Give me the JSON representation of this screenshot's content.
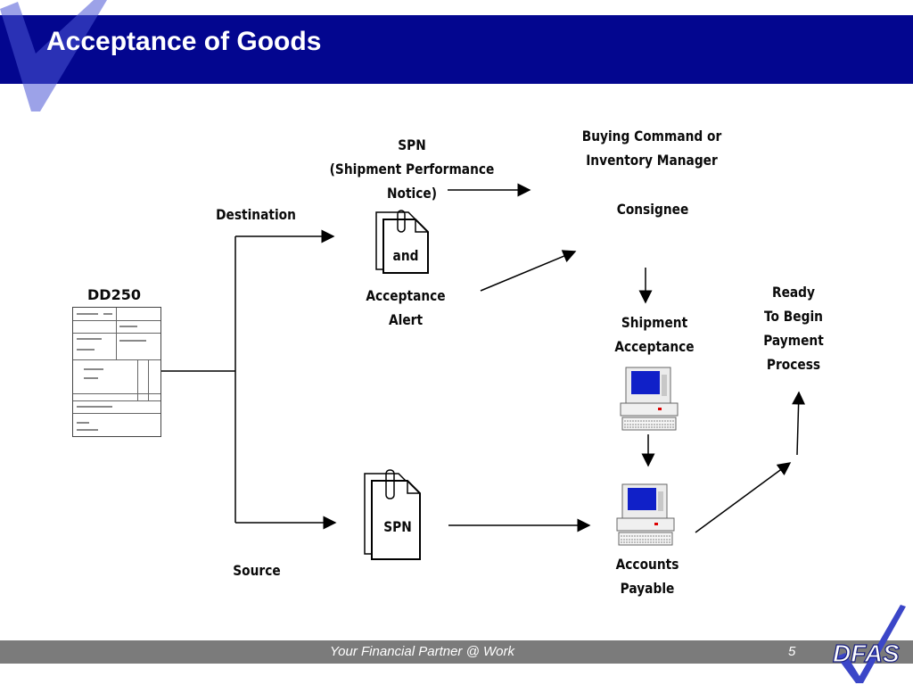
{
  "slide": {
    "title": "Acceptance of Goods",
    "footer_text": "Your Financial Partner @ Work",
    "page_number": "5",
    "logo_text": "DFAS"
  },
  "diagram": {
    "dd250": "DD250",
    "destination": "Destination",
    "source": "Source",
    "spn_line1": "SPN",
    "spn_line2": "(Shipment Performance",
    "spn_line3": "Notice)",
    "and": "and",
    "acceptance_alert_line1": "Acceptance",
    "acceptance_alert_line2": "Alert",
    "buying_line1": "Buying Command or",
    "buying_line2": "Inventory Manager",
    "consignee": "Consignee",
    "shipment_acceptance_line1": "Shipment",
    "shipment_acceptance_line2": "Acceptance",
    "ready_line1": "Ready",
    "ready_line2": "To Begin",
    "ready_line3": "Payment",
    "ready_line4": "Process",
    "spn_doc": "SPN",
    "accounts_line1": "Accounts",
    "accounts_line2": "Payable"
  },
  "icons": [
    "check-logo-icon",
    "document-icon",
    "computer-icon",
    "dfas-logo-icon"
  ],
  "colors": {
    "header": "#03068f",
    "footer": "#7b7b7b",
    "check": "#3b46c8"
  }
}
